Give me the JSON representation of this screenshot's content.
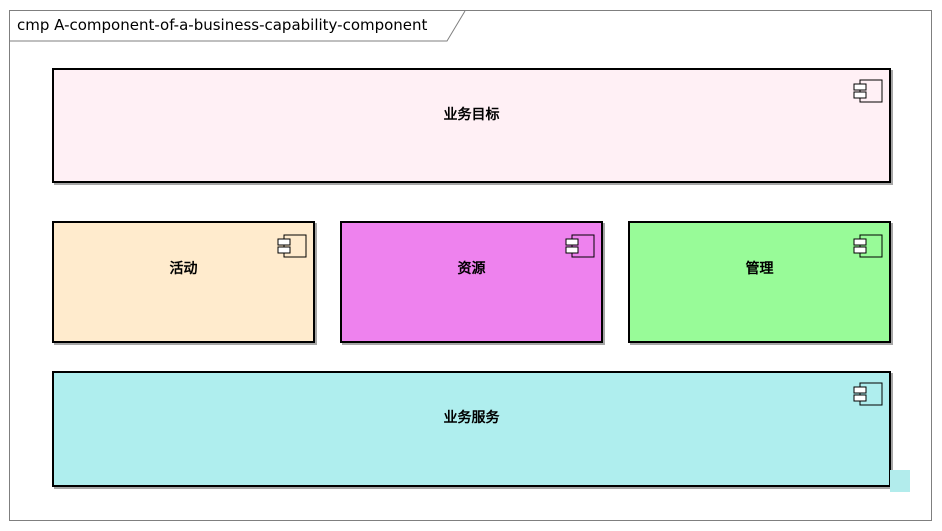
{
  "diagram": {
    "frame_title": "cmp A-component-of-a-business-capability-component",
    "components": {
      "goal": {
        "label": "业务目标",
        "fill": "#fff0f5",
        "icon": "uml-component-icon"
      },
      "activity": {
        "label": "活动",
        "fill": "#ffebcd",
        "icon": "uml-component-icon"
      },
      "resource": {
        "label": "资源",
        "fill": "#ee82ee",
        "icon": "uml-component-icon"
      },
      "manage": {
        "label": "管理",
        "fill": "#98fb98",
        "icon": "uml-component-icon"
      },
      "service": {
        "label": "业务服务",
        "fill": "#afeeee",
        "icon": "uml-component-icon"
      }
    }
  }
}
